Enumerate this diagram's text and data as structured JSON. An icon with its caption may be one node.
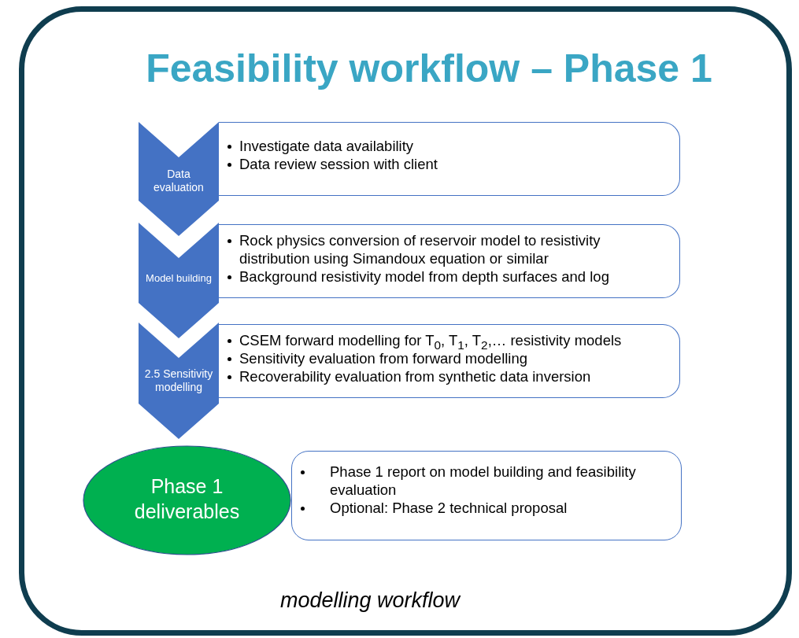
{
  "diagram": {
    "title": "Feasibility workflow – Phase 1",
    "nodes": [
      {
        "text": [
          "Data evaluation"
        ]
      },
      {
        "text": [
          "Investigate data availability",
          "Data review session with client"
        ]
      },
      {
        "text": [
          "Model building"
        ]
      },
      {
        "text": [
          "Rock physics conversion of reservoir model to resistivity distribution using Simandoux equation or similar",
          "Background resistivity model from depth surfaces and log"
        ]
      },
      {
        "text": [
          "2.5 Sensitivity modelling"
        ]
      },
      {
        "text": [
          "CSEM forward modelling for T$_{0}$, T$_{1}$, T$_{2}$,… resistivity models",
          "Sensitivity evaluation from forward modelling",
          "Recoverability evaluation from synthetic data inversion"
        ]
      },
      {
        "text": [
          "Phase 1 deliverables"
        ]
      },
      {
        "text": [
          "Phase 1 report on model building and feasibility evaluation",
          "Optional: Phase 2 technical proposal"
        ]
      }
    ],
    "caption": "modelling workflow"
  }
}
